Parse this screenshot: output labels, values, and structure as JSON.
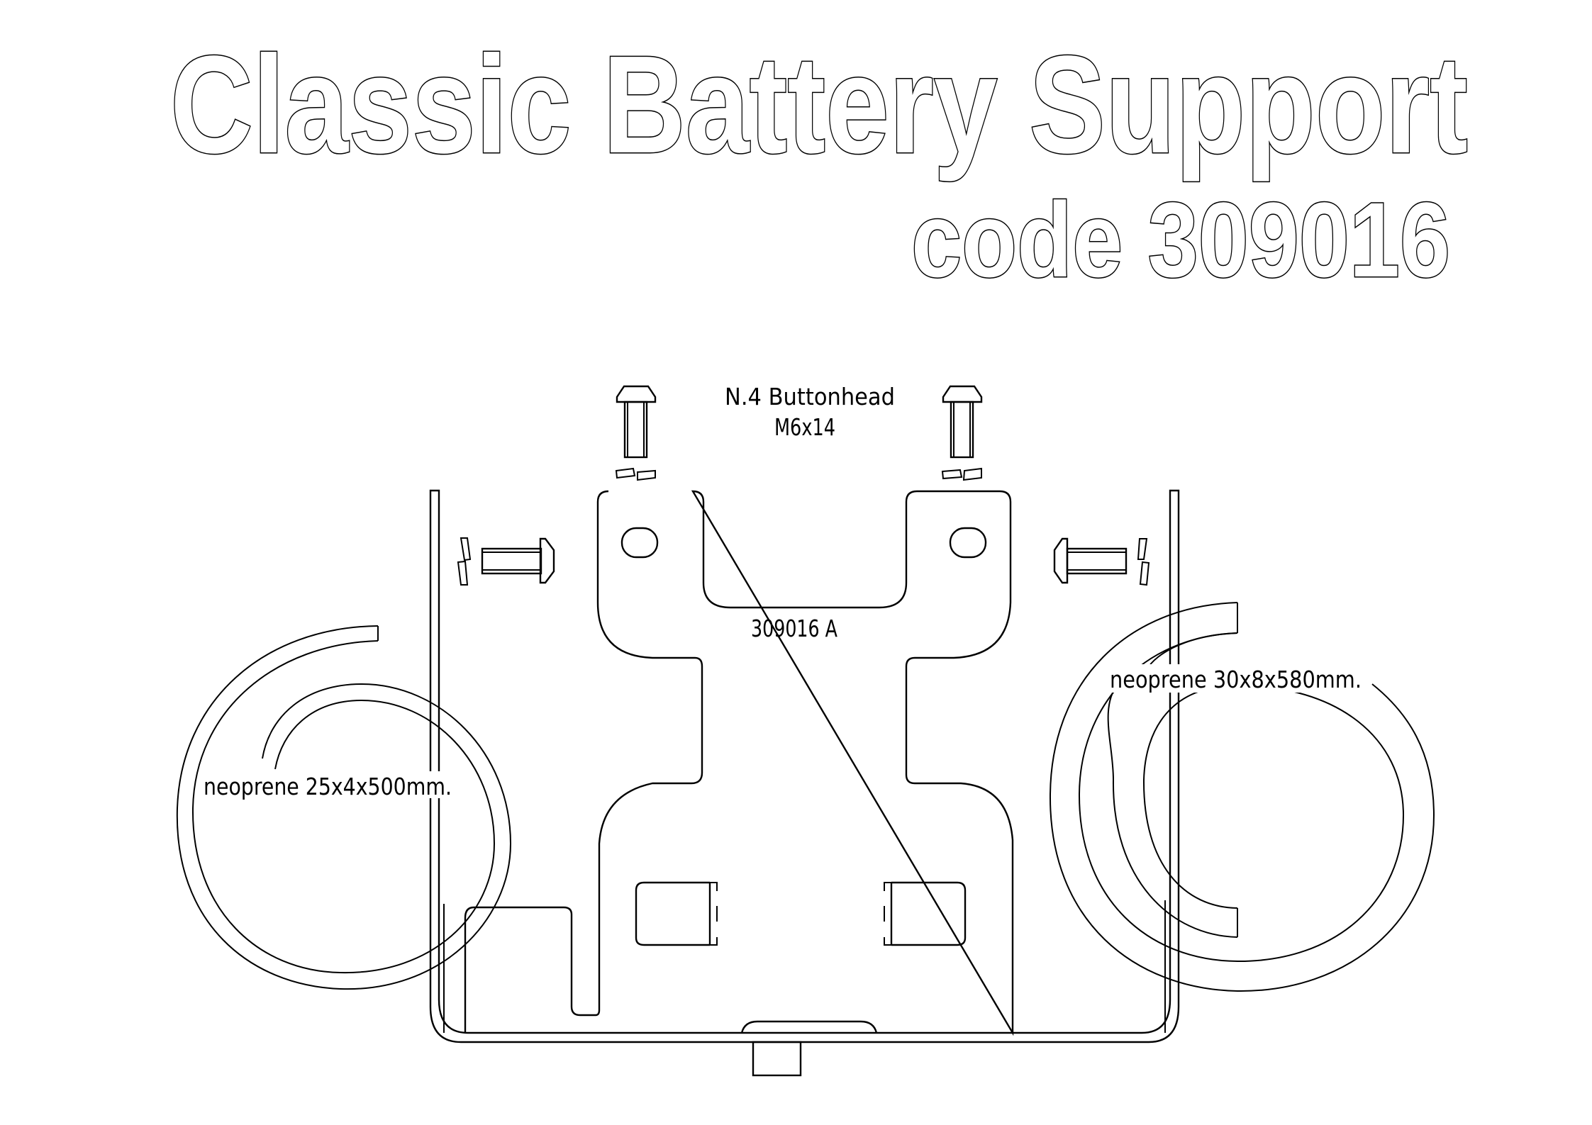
{
  "title": {
    "main": "Classic Battery Support",
    "code": "code 309016"
  },
  "hardware": {
    "bolts_label_line1": "N.4 Buttonhead",
    "bolts_label_line2": "M6x14",
    "bolt_count": 4
  },
  "bracket": {
    "part_number": "309016 A"
  },
  "neoprene": {
    "left_label": "neoprene 25x4x500mm.",
    "right_label": "neoprene 30x8x580mm."
  },
  "colors": {
    "line": "#000000",
    "background": "#ffffff"
  }
}
